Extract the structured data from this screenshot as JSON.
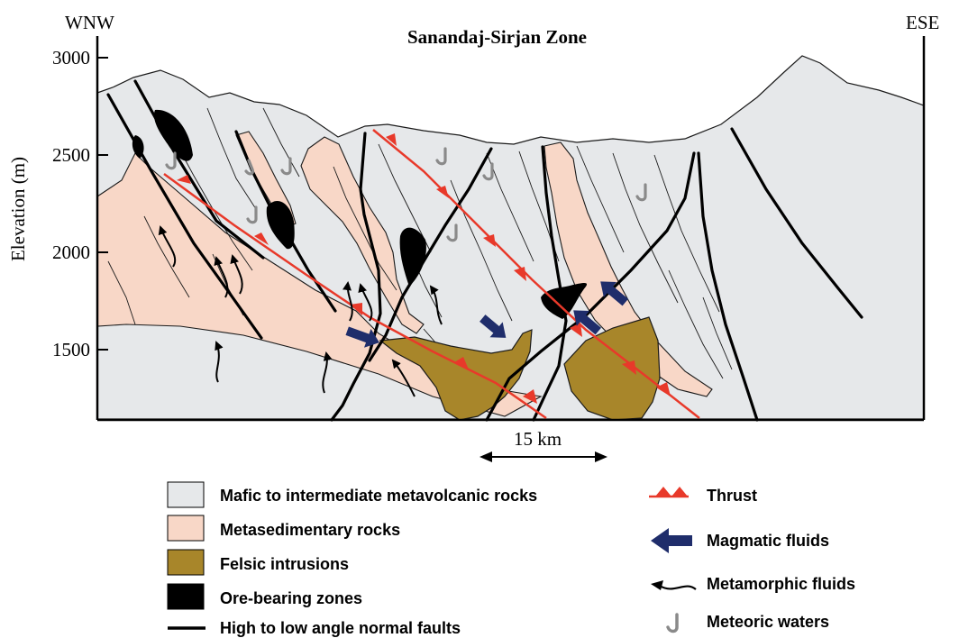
{
  "header": {
    "left_direction": "WNW",
    "right_direction": "ESE",
    "title": "Sanandaj-Sirjan Zone"
  },
  "axis": {
    "label": "Elevation (m)",
    "ticks": [
      "3000",
      "2500",
      "2000",
      "1500"
    ]
  },
  "scale_bar": {
    "label": "15 km"
  },
  "colors": {
    "mafic": "#e6e8ea",
    "metasedimentary": "#f8d7c7",
    "felsic": "#a8862a",
    "ore": "#000000",
    "thrust": "#e8392a",
    "magmatic": "#1f2d6b",
    "meteoric": "#8a8a8a"
  },
  "legend": {
    "left": [
      {
        "label": "Mafic to intermediate metavolcanic rocks",
        "symbol": "mafic-swatch"
      },
      {
        "label": "Metasedimentary rocks",
        "symbol": "metasedimentary-swatch"
      },
      {
        "label": "Felsic intrusions",
        "symbol": "felsic-swatch"
      },
      {
        "label": "Ore-bearing zones",
        "symbol": "ore-swatch"
      },
      {
        "label": "High to low angle normal faults",
        "symbol": "fault-line-icon"
      }
    ],
    "right": [
      {
        "label": "Thrust",
        "symbol": "thrust-icon"
      },
      {
        "label": "Magmatic fluids",
        "symbol": "magmatic-arrow-icon"
      },
      {
        "label": "Metamorphic fluids",
        "symbol": "metamorphic-arrow-icon"
      },
      {
        "label": "Meteoric waters",
        "symbol": "meteoric-hook-icon"
      }
    ]
  }
}
